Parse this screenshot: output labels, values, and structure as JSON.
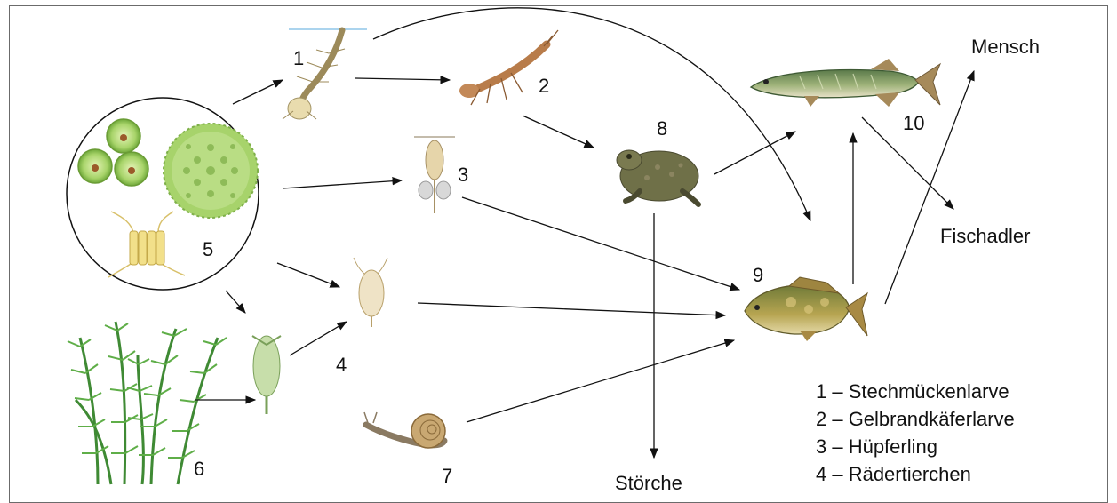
{
  "organisms": {
    "n1": "1",
    "n2": "2",
    "n3": "3",
    "n4": "4",
    "n5": "5",
    "n6": "6",
    "n7": "7",
    "n8": "8",
    "n9": "9",
    "n10": "10"
  },
  "consumers": {
    "mensch": "Mensch",
    "fischadler": "Fischadler",
    "stoerche": "Störche"
  },
  "legend": [
    "1 – Stechmückenlarve",
    "2 – Gelbrandkäferlarve",
    "3 – Hüpferling",
    "4 – Rädertierchen"
  ]
}
